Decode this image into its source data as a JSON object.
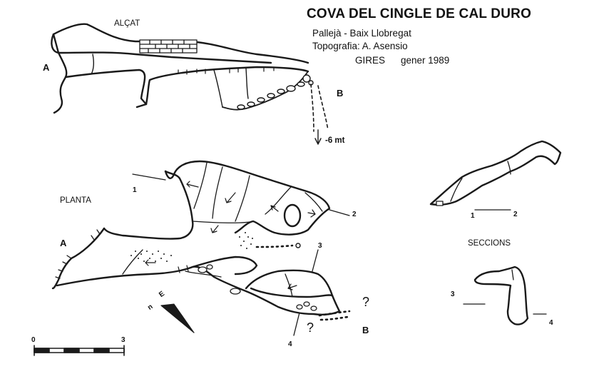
{
  "title": "COVA DEL CINGLE DE CAL DURO",
  "location": "Pallejà - Baix Llobregat",
  "survey": "Topografia: A. Asensio",
  "group": "GIRES",
  "date": "gener 1989",
  "elevation": {
    "label": "ALÇAT",
    "entrance_a": "A",
    "entrance_b": "B",
    "depth": "-6 mt"
  },
  "plan": {
    "label": "PLANTA",
    "entrance_a": "A",
    "entrance_b": "B",
    "section_marks": [
      "1",
      "2",
      "3",
      "4"
    ],
    "unknown_marks": [
      "?",
      "?"
    ],
    "north_labels": [
      "E",
      "n"
    ]
  },
  "sections": {
    "label": "SECCIONS",
    "marks": [
      "1",
      "2",
      "3",
      "4"
    ]
  },
  "scale": {
    "min": "0",
    "max": "3"
  },
  "colors": {
    "ink": "#1a1a1a",
    "paper": "#ffffff"
  }
}
